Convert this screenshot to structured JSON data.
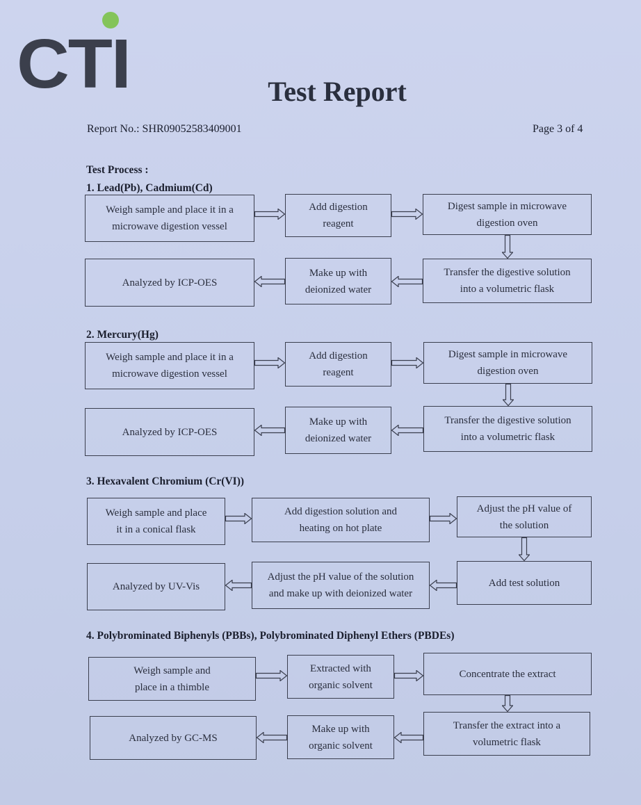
{
  "logo": {
    "text": "CTI",
    "dot_color": "#84c45a"
  },
  "header": {
    "title": "Test Report",
    "report_no": "Report No.: SHR09052583409001",
    "page": "Page 3 of 4"
  },
  "test_process_label": "Test Process :",
  "sections": [
    {
      "heading": "1. Lead(Pb), Cadmium(Cd)",
      "steps": [
        "Weigh sample and place it in a microwave digestion vessel",
        "Add digestion reagent",
        "Digest sample in microwave digestion oven",
        "Transfer the digestive solution into a volumetric flask",
        "Make up with deionized water",
        "Analyzed by ICP-OES"
      ],
      "lines": [
        [
          "Weigh sample and place it in a",
          "microwave digestion vessel"
        ],
        [
          "Add digestion",
          "reagent"
        ],
        [
          "Digest sample in microwave",
          "digestion  oven"
        ],
        [
          "Transfer the digestive solution",
          "into a volumetric flask"
        ],
        [
          "Make up with",
          "deionized water"
        ],
        [
          "Analyzed by ICP-OES"
        ]
      ]
    },
    {
      "heading": "2. Mercury(Hg)",
      "lines": [
        [
          "Weigh sample and place it in a",
          "microwave digestion vessel"
        ],
        [
          "Add digestion",
          "reagent"
        ],
        [
          "Digest sample in microwave",
          "digestion  oven"
        ],
        [
          "Transfer the digestive solution",
          "into a volumetric flask"
        ],
        [
          "Make up with",
          "deionized water"
        ],
        [
          "Analyzed by ICP-OES"
        ]
      ]
    },
    {
      "heading": "3. Hexavalent Chromium (Cr(VI))",
      "lines": [
        [
          "Weigh sample and place",
          "it in a conical flask"
        ],
        [
          "Add digestion solution and",
          "heating on hot plate"
        ],
        [
          "Adjust the pH value of",
          "the solution"
        ],
        [
          "Add test solution"
        ],
        [
          "Adjust the pH value of the solution",
          "and make up with deionized water"
        ],
        [
          "Analyzed by UV-Vis"
        ]
      ]
    },
    {
      "heading": "4. Polybrominated Biphenyls (PBBs), Polybrominated Diphenyl Ethers (PBDEs)",
      "lines": [
        [
          "Weigh sample and",
          "place in a thimble"
        ],
        [
          "Extracted with",
          "organic solvent"
        ],
        [
          "Concentrate the extract"
        ],
        [
          "Transfer the extract into a",
          "volumetric flask"
        ],
        [
          "Make up with",
          "organic solvent"
        ],
        [
          "Analyzed by GC-MS"
        ]
      ]
    }
  ]
}
